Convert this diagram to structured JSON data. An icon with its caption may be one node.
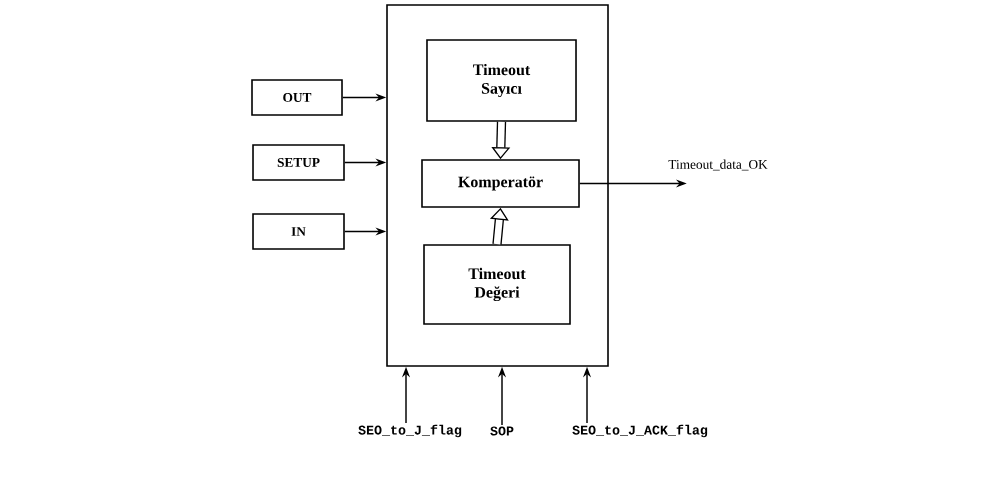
{
  "diagram": {
    "nodes": [
      {
        "text": [],
        "shape": "box"
      },
      {
        "text": [
          "Timeout Sayıcı"
        ],
        "in": 0
      },
      {
        "text": [
          "Komperatör"
        ],
        "in": 0
      },
      {
        "text": [
          "Timeout Değeri"
        ],
        "in": 0
      },
      {
        "text": [
          "OUT"
        ]
      },
      {
        "text": [
          "SETUP"
        ]
      },
      {
        "text": [
          "IN"
        ]
      },
      {
        "text": [
          "Timeout_data_OK"
        ]
      },
      {
        "text": [
          "SEO_to_J_flag"
        ]
      },
      {
        "text": [
          "SOP"
        ]
      },
      {
        "text": [
          "SEO_to_J_ACK_flag"
        ]
      }
    ],
    "edges": [
      {
        "from": 4,
        "to": 0,
        "arrow": "to"
      },
      {
        "from": 5,
        "to": 0,
        "arrow": "to"
      },
      {
        "from": 6,
        "to": 0,
        "arrow": "to"
      },
      {
        "from": 1,
        "to": 2,
        "arrow": "to",
        "style": "thick"
      },
      {
        "from": 3,
        "to": 2,
        "arrow": "to",
        "style": "thick"
      },
      {
        "from": 2,
        "to": 7,
        "arrow": "to"
      },
      {
        "from": 8,
        "to": 0,
        "arrow": "to"
      },
      {
        "from": 9,
        "to": 0,
        "arrow": "to"
      },
      {
        "from": 10,
        "to": 0,
        "arrow": "to"
      }
    ]
  }
}
